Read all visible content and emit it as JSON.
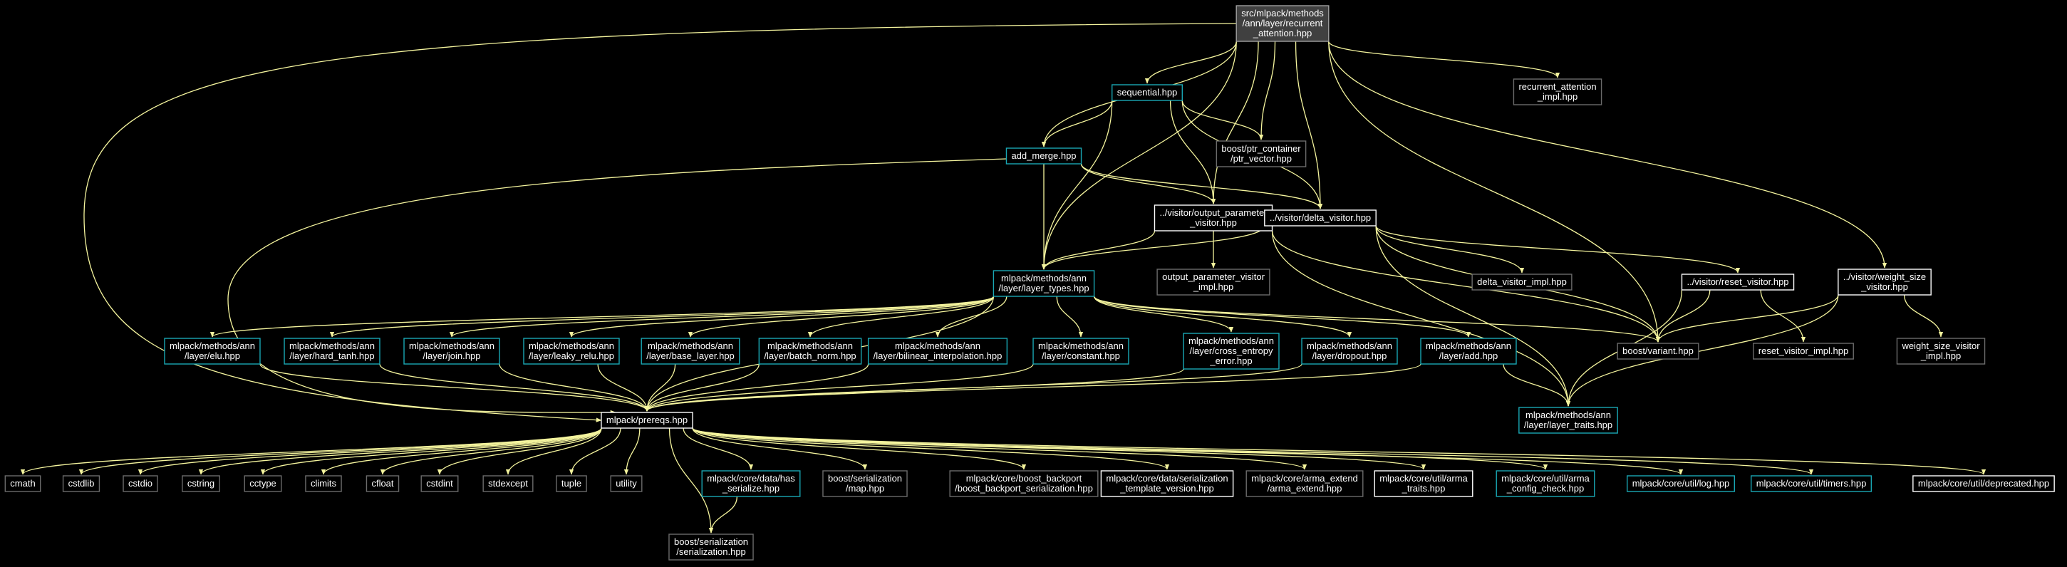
{
  "colors": {
    "background": "#000000",
    "edge": "#f5f59e",
    "root_fill": "#404040",
    "root_stroke": "#a0a0a0",
    "linked_stroke": "#19a7b4",
    "plain_stroke": "#ffffff",
    "external_stroke": "#6b6b6b",
    "text": "#ffffff"
  },
  "nodes": [
    {
      "id": "root",
      "style": "root",
      "lines": [
        "src/mlpack/methods",
        "/ann/layer/recurrent",
        "_attention.hpp"
      ]
    },
    {
      "id": "rai",
      "style": "external",
      "lines": [
        "recurrent_attention",
        "_impl.hpp"
      ]
    },
    {
      "id": "seq",
      "style": "linked",
      "lines": [
        "sequential.hpp"
      ]
    },
    {
      "id": "ptr",
      "style": "external",
      "lines": [
        "boost/ptr_container",
        "/ptr_vector.hpp"
      ]
    },
    {
      "id": "add_merge",
      "style": "linked",
      "lines": [
        "add_merge.hpp"
      ]
    },
    {
      "id": "outparam",
      "style": "plain",
      "lines": [
        "../visitor/output_parameter",
        "_visitor.hpp"
      ]
    },
    {
      "id": "delta",
      "style": "plain",
      "lines": [
        "../visitor/delta_visitor.hpp"
      ]
    },
    {
      "id": "outparam_impl",
      "style": "external",
      "lines": [
        "output_parameter_visitor",
        "_impl.hpp"
      ]
    },
    {
      "id": "layer_types",
      "style": "linked",
      "lines": [
        "mlpack/methods/ann",
        "/layer/layer_types.hpp"
      ]
    },
    {
      "id": "delta_impl",
      "style": "external",
      "lines": [
        "delta_visitor_impl.hpp"
      ]
    },
    {
      "id": "reset",
      "style": "plain",
      "lines": [
        "../visitor/reset_visitor.hpp"
      ]
    },
    {
      "id": "wsize",
      "style": "plain",
      "lines": [
        "../visitor/weight_size",
        "_visitor.hpp"
      ]
    },
    {
      "id": "elu",
      "style": "linked",
      "lines": [
        "mlpack/methods/ann",
        "/layer/elu.hpp"
      ]
    },
    {
      "id": "hard_tanh",
      "style": "linked",
      "lines": [
        "mlpack/methods/ann",
        "/layer/hard_tanh.hpp"
      ]
    },
    {
      "id": "join",
      "style": "linked",
      "lines": [
        "mlpack/methods/ann",
        "/layer/join.hpp"
      ]
    },
    {
      "id": "leaky",
      "style": "linked",
      "lines": [
        "mlpack/methods/ann",
        "/layer/leaky_relu.hpp"
      ]
    },
    {
      "id": "base",
      "style": "linked",
      "lines": [
        "mlpack/methods/ann",
        "/layer/base_layer.hpp"
      ]
    },
    {
      "id": "batch",
      "style": "linked",
      "lines": [
        "mlpack/methods/ann",
        "/layer/batch_norm.hpp"
      ]
    },
    {
      "id": "bilinear",
      "style": "linked",
      "lines": [
        "mlpack/methods/ann",
        "/layer/bilinear_interpolation.hpp"
      ]
    },
    {
      "id": "constant",
      "style": "linked",
      "lines": [
        "mlpack/methods/ann",
        "/layer/constant.hpp"
      ]
    },
    {
      "id": "cross",
      "style": "linked",
      "lines": [
        "mlpack/methods/ann",
        "/layer/cross_entropy",
        "_error.hpp"
      ]
    },
    {
      "id": "dropout",
      "style": "linked",
      "lines": [
        "mlpack/methods/ann",
        "/layer/dropout.hpp"
      ]
    },
    {
      "id": "add",
      "style": "linked",
      "lines": [
        "mlpack/methods/ann",
        "/layer/add.hpp"
      ]
    },
    {
      "id": "variant",
      "style": "external",
      "lines": [
        "boost/variant.hpp"
      ]
    },
    {
      "id": "reset_impl",
      "style": "external",
      "lines": [
        "reset_visitor_impl.hpp"
      ]
    },
    {
      "id": "wsize_impl",
      "style": "external",
      "lines": [
        "weight_size_visitor",
        "_impl.hpp"
      ]
    },
    {
      "id": "prereqs",
      "style": "plain",
      "lines": [
        "mlpack/prereqs.hpp"
      ]
    },
    {
      "id": "layer_traits",
      "style": "linked",
      "lines": [
        "mlpack/methods/ann",
        "/layer/layer_traits.hpp"
      ]
    },
    {
      "id": "cmath",
      "style": "external",
      "lines": [
        "cmath"
      ]
    },
    {
      "id": "cstdlib",
      "style": "external",
      "lines": [
        "cstdlib"
      ]
    },
    {
      "id": "cstdio",
      "style": "external",
      "lines": [
        "cstdio"
      ]
    },
    {
      "id": "cstring",
      "style": "external",
      "lines": [
        "cstring"
      ]
    },
    {
      "id": "cctype",
      "style": "external",
      "lines": [
        "cctype"
      ]
    },
    {
      "id": "climits",
      "style": "external",
      "lines": [
        "climits"
      ]
    },
    {
      "id": "cfloat",
      "style": "external",
      "lines": [
        "cfloat"
      ]
    },
    {
      "id": "cstdint",
      "style": "external",
      "lines": [
        "cstdint"
      ]
    },
    {
      "id": "stdexcept",
      "style": "external",
      "lines": [
        "stdexcept"
      ]
    },
    {
      "id": "tuple",
      "style": "external",
      "lines": [
        "tuple"
      ]
    },
    {
      "id": "utility",
      "style": "external",
      "lines": [
        "utility"
      ]
    },
    {
      "id": "has_ser",
      "style": "linked",
      "lines": [
        "mlpack/core/data/has",
        "_serialize.hpp"
      ]
    },
    {
      "id": "ser_map",
      "style": "external",
      "lines": [
        "boost/serialization",
        "/map.hpp"
      ]
    },
    {
      "id": "bb_ser",
      "style": "external",
      "lines": [
        "mlpack/core/boost_backport",
        "/boost_backport_serialization.hpp"
      ]
    },
    {
      "id": "ser_tmpl",
      "style": "plain",
      "lines": [
        "mlpack/core/data/serialization",
        "_template_version.hpp"
      ]
    },
    {
      "id": "arma_ext",
      "style": "external",
      "lines": [
        "mlpack/core/arma_extend",
        "/arma_extend.hpp"
      ]
    },
    {
      "id": "arma_traits",
      "style": "plain",
      "lines": [
        "mlpack/core/util/arma",
        "_traits.hpp"
      ]
    },
    {
      "id": "arma_cfg",
      "style": "linked",
      "lines": [
        "mlpack/core/util/arma",
        "_config_check.hpp"
      ]
    },
    {
      "id": "log",
      "style": "linked",
      "lines": [
        "mlpack/core/util/log.hpp"
      ]
    },
    {
      "id": "timers",
      "style": "linked",
      "lines": [
        "mlpack/core/util/timers.hpp"
      ]
    },
    {
      "id": "deprecated",
      "style": "plain",
      "lines": [
        "mlpack/core/util/deprecated.hpp"
      ]
    },
    {
      "id": "ser",
      "style": "external",
      "lines": [
        "boost/serialization",
        "/serialization.hpp"
      ]
    }
  ],
  "edges": [
    [
      "root",
      "rai"
    ],
    [
      "root",
      "seq"
    ],
    [
      "root",
      "ptr"
    ],
    [
      "root",
      "add_merge"
    ],
    [
      "root",
      "outparam"
    ],
    [
      "root",
      "delta"
    ],
    [
      "root",
      "layer_types"
    ],
    [
      "root",
      "variant"
    ],
    [
      "root",
      "wsize"
    ],
    [
      "root",
      "prereqs"
    ],
    [
      "seq",
      "ptr"
    ],
    [
      "seq",
      "add_merge"
    ],
    [
      "seq",
      "outparam"
    ],
    [
      "seq",
      "delta"
    ],
    [
      "seq",
      "layer_types"
    ],
    [
      "add_merge",
      "outparam"
    ],
    [
      "add_merge",
      "delta"
    ],
    [
      "add_merge",
      "layer_types"
    ],
    [
      "add_merge",
      "prereqs"
    ],
    [
      "outparam",
      "outparam_impl"
    ],
    [
      "outparam",
      "layer_types"
    ],
    [
      "outparam",
      "variant"
    ],
    [
      "outparam",
      "layer_traits"
    ],
    [
      "delta",
      "delta_impl"
    ],
    [
      "delta",
      "layer_types"
    ],
    [
      "delta",
      "variant"
    ],
    [
      "delta",
      "layer_traits"
    ],
    [
      "delta",
      "reset"
    ],
    [
      "layer_types",
      "elu"
    ],
    [
      "layer_types",
      "hard_tanh"
    ],
    [
      "layer_types",
      "join"
    ],
    [
      "layer_types",
      "leaky"
    ],
    [
      "layer_types",
      "base"
    ],
    [
      "layer_types",
      "batch"
    ],
    [
      "layer_types",
      "bilinear"
    ],
    [
      "layer_types",
      "constant"
    ],
    [
      "layer_types",
      "cross"
    ],
    [
      "layer_types",
      "dropout"
    ],
    [
      "layer_types",
      "add"
    ],
    [
      "layer_types",
      "variant"
    ],
    [
      "layer_types",
      "prereqs"
    ],
    [
      "reset",
      "reset_impl"
    ],
    [
      "reset",
      "variant"
    ],
    [
      "reset",
      "layer_traits"
    ],
    [
      "wsize",
      "wsize_impl"
    ],
    [
      "wsize",
      "variant"
    ],
    [
      "wsize",
      "layer_traits"
    ],
    [
      "elu",
      "prereqs"
    ],
    [
      "hard_tanh",
      "prereqs"
    ],
    [
      "join",
      "prereqs"
    ],
    [
      "leaky",
      "prereqs"
    ],
    [
      "base",
      "prereqs"
    ],
    [
      "batch",
      "prereqs"
    ],
    [
      "bilinear",
      "prereqs"
    ],
    [
      "constant",
      "prereqs"
    ],
    [
      "cross",
      "prereqs"
    ],
    [
      "dropout",
      "prereqs"
    ],
    [
      "add",
      "prereqs"
    ],
    [
      "add",
      "layer_traits"
    ],
    [
      "prereqs",
      "cmath"
    ],
    [
      "prereqs",
      "cstdlib"
    ],
    [
      "prereqs",
      "cstdio"
    ],
    [
      "prereqs",
      "cstring"
    ],
    [
      "prereqs",
      "cctype"
    ],
    [
      "prereqs",
      "climits"
    ],
    [
      "prereqs",
      "cfloat"
    ],
    [
      "prereqs",
      "cstdint"
    ],
    [
      "prereqs",
      "stdexcept"
    ],
    [
      "prereqs",
      "tuple"
    ],
    [
      "prereqs",
      "utility"
    ],
    [
      "prereqs",
      "has_ser"
    ],
    [
      "prereqs",
      "ser_map"
    ],
    [
      "prereqs",
      "bb_ser"
    ],
    [
      "prereqs",
      "ser_tmpl"
    ],
    [
      "prereqs",
      "arma_ext"
    ],
    [
      "prereqs",
      "arma_traits"
    ],
    [
      "prereqs",
      "arma_cfg"
    ],
    [
      "prereqs",
      "log"
    ],
    [
      "prereqs",
      "timers"
    ],
    [
      "prereqs",
      "deprecated"
    ],
    [
      "prereqs",
      "ser"
    ],
    [
      "has_ser",
      "ser"
    ]
  ]
}
